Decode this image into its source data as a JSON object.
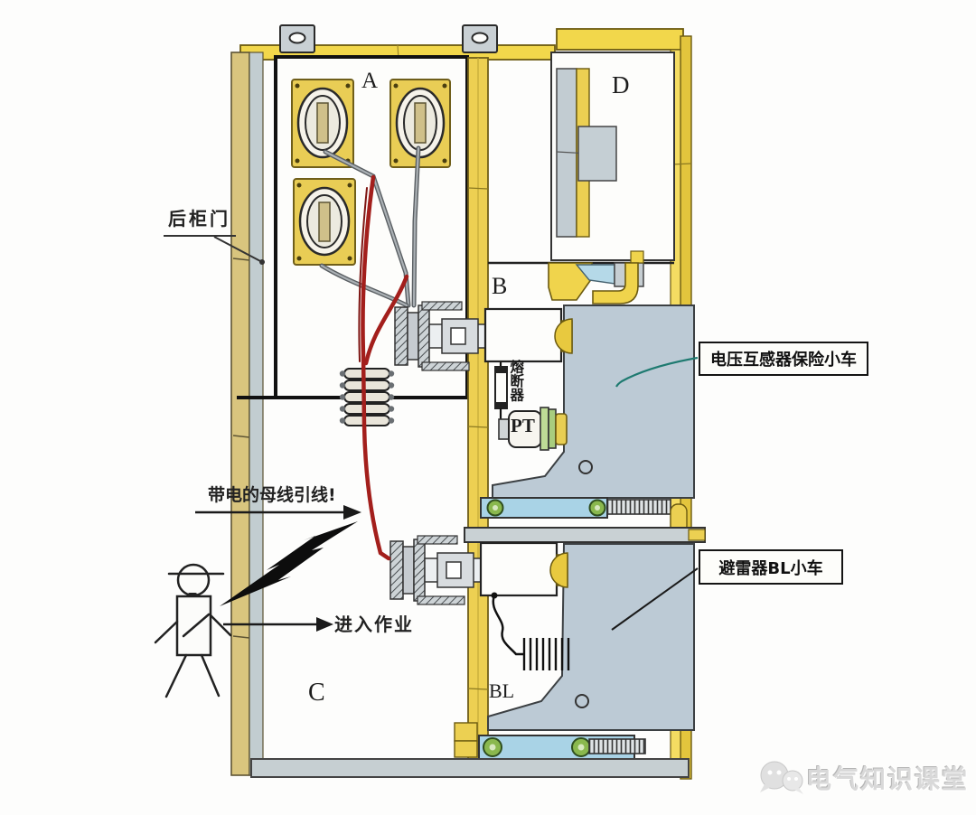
{
  "compartments": {
    "a": "A",
    "b": "B",
    "c": "C",
    "d": "D",
    "bl": "BL"
  },
  "labels": {
    "rear_door": "后柜门",
    "live_busbar_warning": "带电的母线引线!",
    "enter_work": "进入作业",
    "vt_fuse_trolley": "电压互感器保险小车",
    "arrester_bl_trolley": "避雷器BL小车",
    "fuse": "熔断器",
    "pt": "PT"
  },
  "watermark": {
    "text": "电气知识课堂",
    "icon": "chat-bubbles-icon"
  },
  "colors": {
    "cabinet_yellow": "#F0D44C",
    "door_tan": "#D9C57E",
    "panel_bluegray": "#C2CDD0",
    "trolley_gray": "#BCCAD5",
    "rail_blue": "#A9D3E6",
    "wheel_green": "#8AB84E",
    "cable_red": "#A31F1C",
    "pointer_teal": "#1E7A70",
    "pt_green": "#BEDB96",
    "base_gray": "#C6CFD2"
  }
}
